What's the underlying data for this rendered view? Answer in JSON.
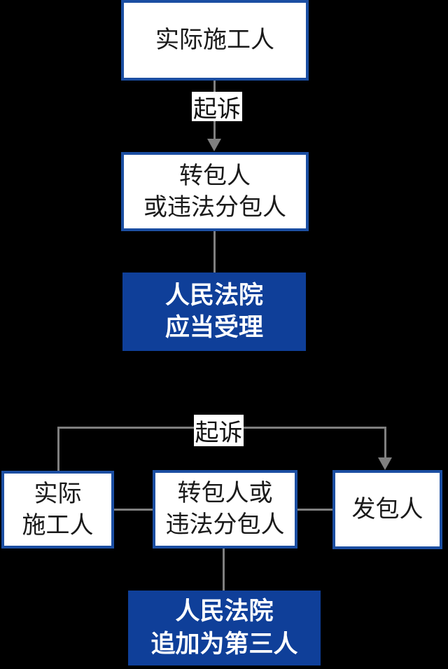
{
  "colors": {
    "background": "#000000",
    "box_border_blue": "#1b4ea2",
    "box_fill_blue": "#0f3f99",
    "box_fill_white": "#ffffff",
    "connector_gray": "#7f7f7f",
    "text_dark": "#1a1a1a",
    "text_white": "#ffffff"
  },
  "diagram_top": {
    "actual_constructor_label": "实际施工人",
    "sue_edge_label": "起诉",
    "subcontractor_label": "转包人\n或违法分包人",
    "court_result_label": "人民法院\n应当受理"
  },
  "diagram_bottom": {
    "sue_edge_label": "起诉",
    "actual_constructor_label": "实际\n施工人",
    "subcontractor_label": "转包人或\n违法分包人",
    "employer_label": "发包人",
    "court_result_label": "人民法院\n追加为第三人"
  }
}
